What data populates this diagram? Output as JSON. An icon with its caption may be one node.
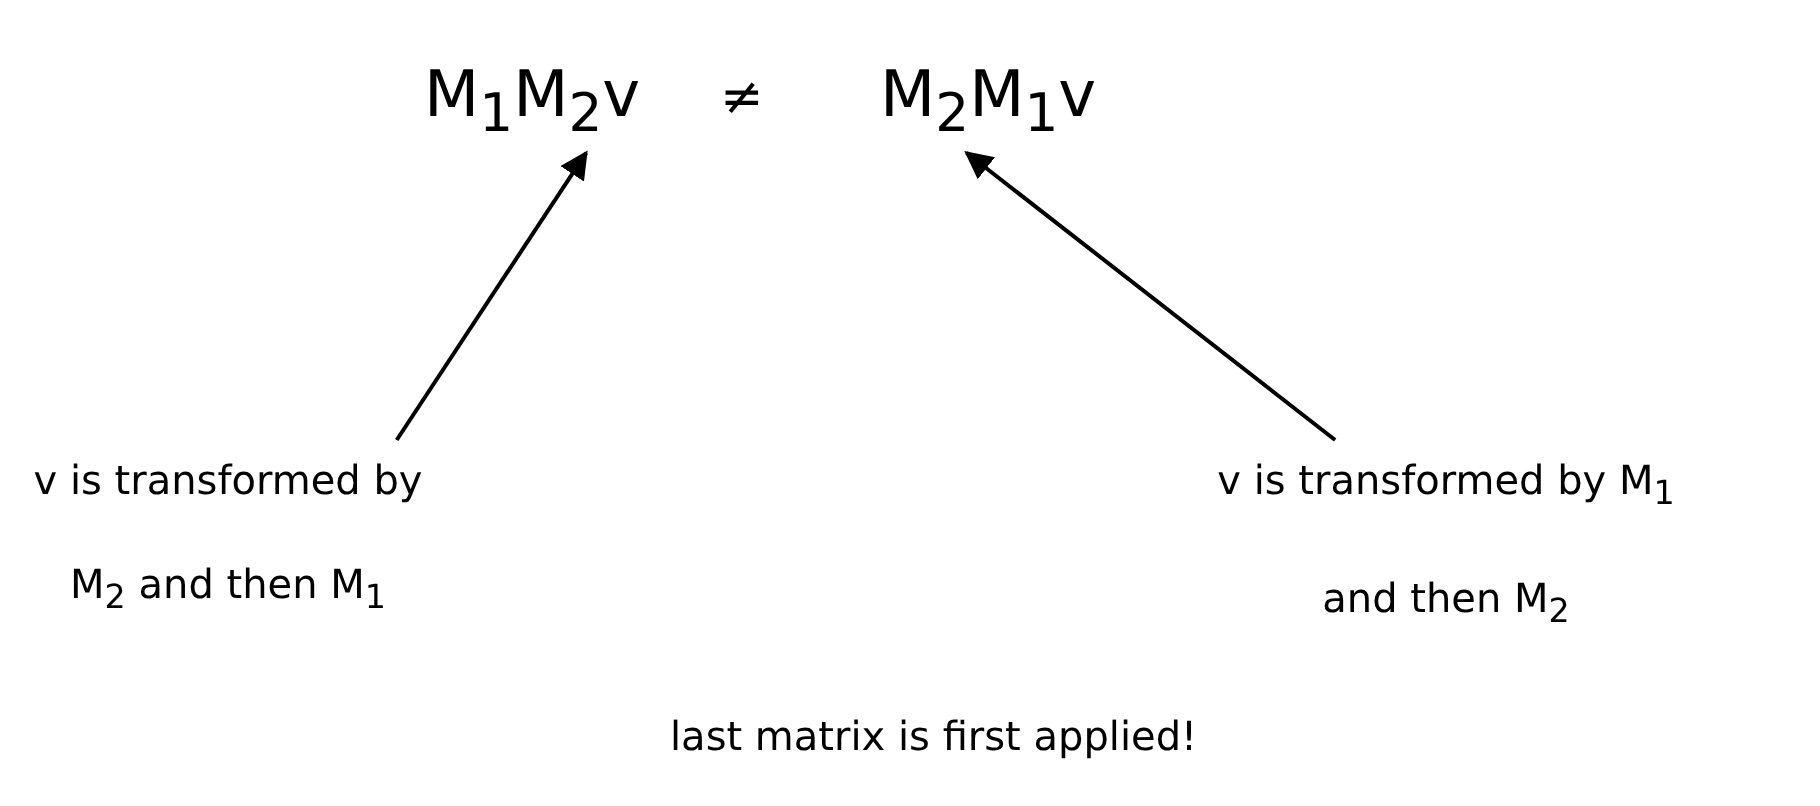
{
  "diagram": {
    "nodes": [
      {
        "text": [
          "M$_{1}$M$_{2}$v"
        ]
      },
      {
        "text": [
          "M$_{2}$M$_{1}$v"
        ]
      },
      {
        "text": [
          "v is transformed by M$_{2}$ and then M$_{1}$"
        ]
      },
      {
        "text": [
          "v is transformed by M$_{1}$ and then M$_{2}$"
        ]
      }
    ],
    "edges": [
      {
        "from": 2,
        "to": 0,
        "arrow": "to"
      },
      {
        "from": 3,
        "to": 1,
        "arrow": "to"
      }
    ],
    "labels": [
      "≠",
      "last matrix is first applied!"
    ]
  }
}
